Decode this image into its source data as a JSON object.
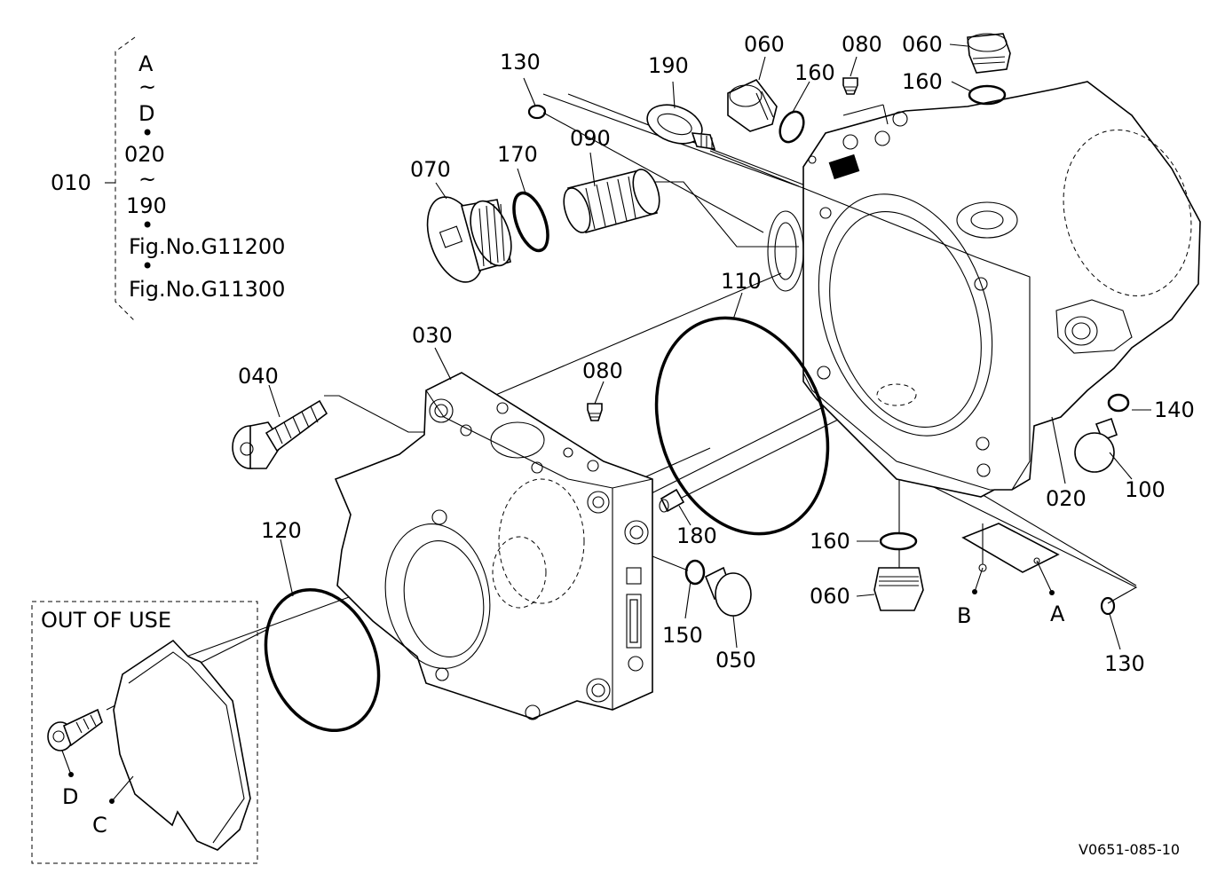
{
  "group": {
    "code": "010",
    "lines": [
      "A",
      "~",
      "D",
      "•",
      "020",
      "~",
      "190",
      "•",
      "Fig.No.G11200",
      "•",
      "Fig.No.G11300"
    ]
  },
  "callouts": {
    "p130a": "130",
    "p190": "190",
    "p060a": "060",
    "p160a": "160",
    "p080a": "080",
    "p060b": "060",
    "p160b": "160",
    "p070": "070",
    "p170": "170",
    "p090": "090",
    "p110": "110",
    "p030": "030",
    "p040": "040",
    "p080b": "080",
    "p140": "140",
    "p100": "100",
    "p020": "020",
    "p180": "180",
    "p120": "120",
    "p160c": "160",
    "p060c": "060",
    "p150": "150",
    "p050": "050",
    "pB": "B",
    "pA": "A",
    "p130b": "130",
    "pD": "D",
    "pC": "C"
  },
  "out_of_use": "OUT OF USE",
  "drawing_id": "V0651-085-10"
}
